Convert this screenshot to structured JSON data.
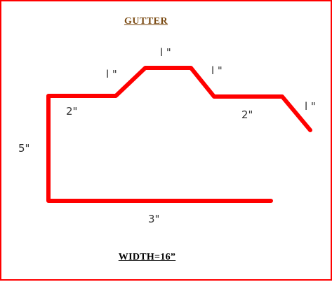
{
  "title": "GUTTER",
  "footer": "WIDTH=16”",
  "colors": {
    "border": "#ff0000",
    "profile": "#ff0000",
    "title": "#7a4a12",
    "dimension_text": "#333333"
  },
  "dimensions": {
    "left_wall": "5\"",
    "bottom": "3\"",
    "upper_left": "2\"",
    "left_slope": "l \"",
    "top": "l \"",
    "right_slope": "l \"",
    "upper_right": "2\"",
    "lip": "l \""
  }
}
